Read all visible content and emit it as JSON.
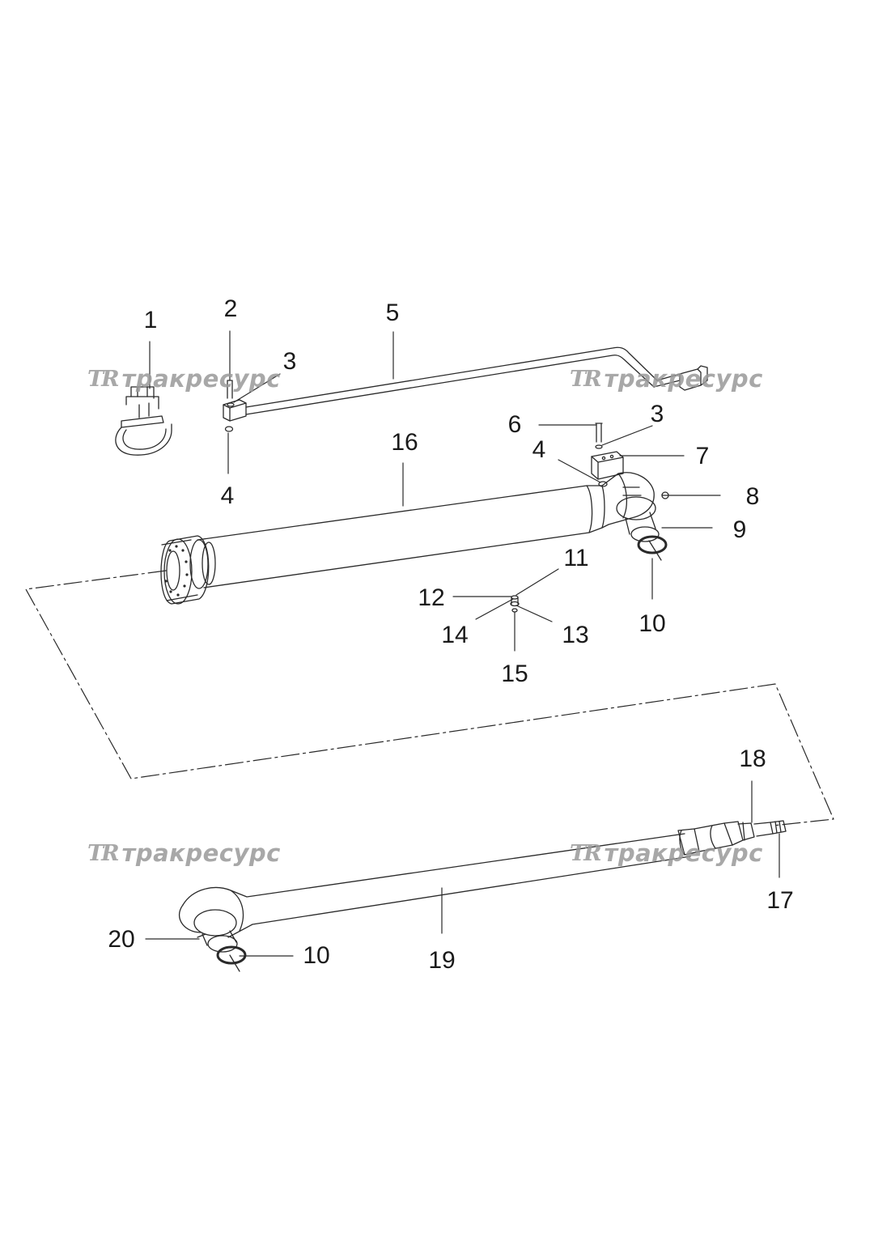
{
  "callouts": [
    "1",
    "2",
    "3",
    "3",
    "4",
    "4",
    "5",
    "6",
    "7",
    "8",
    "9",
    "10",
    "10",
    "11",
    "12",
    "13",
    "14",
    "15",
    "16",
    "17",
    "18",
    "19",
    "20"
  ],
  "watermark": {
    "logo": "TR",
    "text": "тракресурс"
  },
  "colors": {
    "line": "#2a2a2a",
    "fill": "#ffffff",
    "watermark": "#9a9a9a"
  }
}
